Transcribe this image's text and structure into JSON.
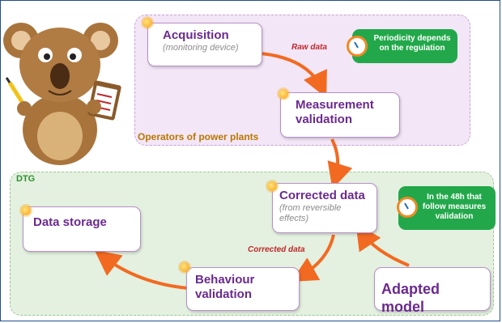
{
  "regions": {
    "operators_label": "Operators of power plants",
    "dtg_label": "DTG"
  },
  "nodes": {
    "acquisition": {
      "title": "Acquisition",
      "subtitle": "(monitoring device)"
    },
    "measurement_validation": {
      "title": "Measurement validation"
    },
    "corrected_data": {
      "title": "Corrected data",
      "subtitle": "(from reversible effects)"
    },
    "data_storage": {
      "title": "Data storage"
    },
    "behaviour_validation": {
      "title": "Behaviour validation"
    },
    "adapted_model": {
      "title": "Adapted model"
    }
  },
  "flow_labels": {
    "raw_data": "Raw data",
    "corrected_data": "Corrected data"
  },
  "notes": {
    "periodicity": "Periodicity depends on the regulation",
    "within_48h": "In the 48h that follow measures validation"
  },
  "colors": {
    "arrow": "#f26a21",
    "node_title": "#6a2a8e",
    "note_bg": "#22a84a",
    "top_region_bg": "#f3e6f7",
    "bottom_region_bg": "#e4f1e0"
  },
  "icons": [
    "koala-mascot-icon",
    "clipboard-icon",
    "pencil-icon",
    "clock-icon",
    "sun-bullet-icon"
  ]
}
